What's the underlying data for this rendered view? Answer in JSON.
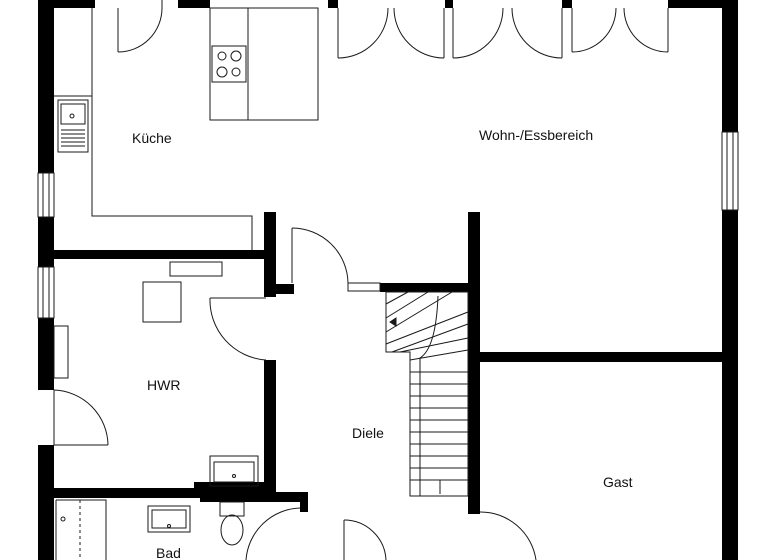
{
  "rooms": {
    "kitchen": "Küche",
    "living": "Wohn-/Essbereich",
    "utility": "HWR",
    "hall": "Diele",
    "guest": "Gast",
    "bath": "Bad"
  },
  "colors": {
    "wall": "#000000",
    "line": "#1a1a1a",
    "background": "#ffffff"
  },
  "icons": [
    "stove-icon",
    "sink-icon",
    "washbasin-icon",
    "toilet-icon",
    "shower-icon"
  ]
}
